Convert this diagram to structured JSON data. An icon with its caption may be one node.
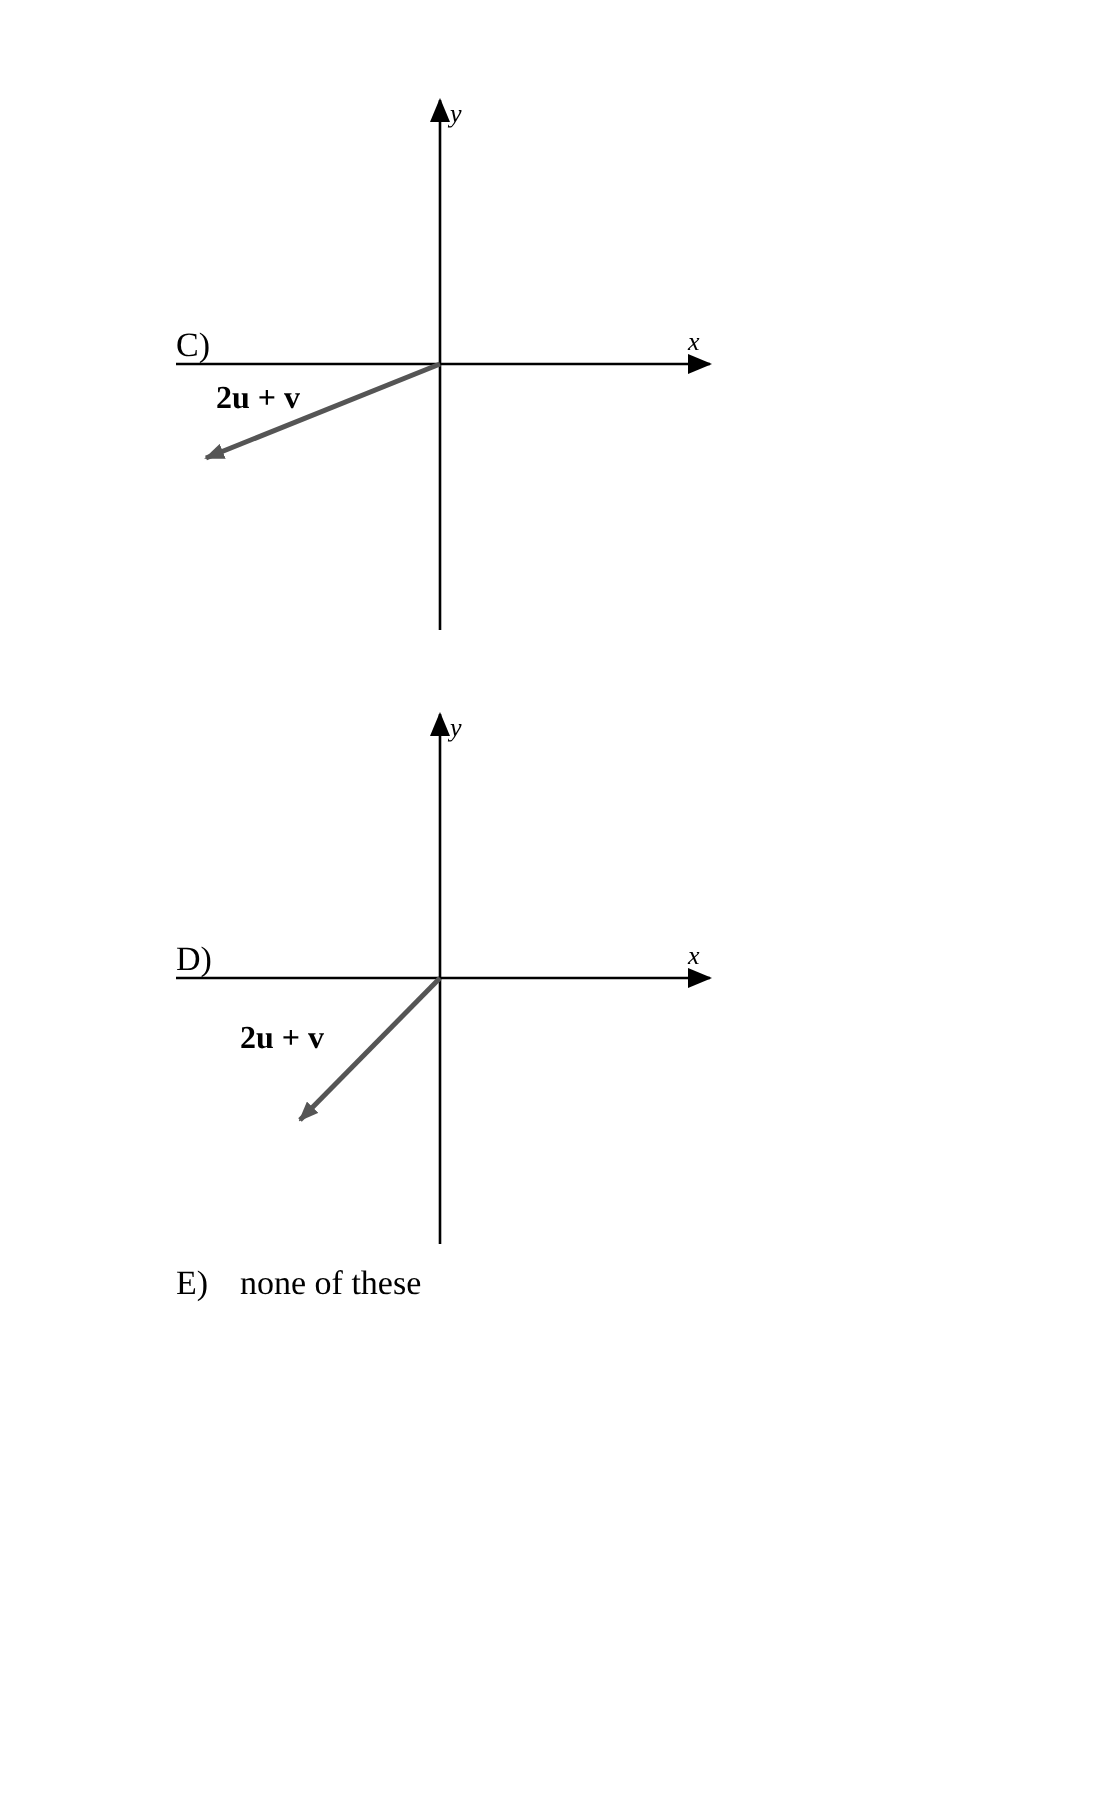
{
  "diagram": {
    "labels": [
      "y",
      "C)",
      "x",
      "2u + v",
      "y",
      "D)",
      "x",
      "2u + v",
      "E)",
      "none of these"
    ]
  }
}
